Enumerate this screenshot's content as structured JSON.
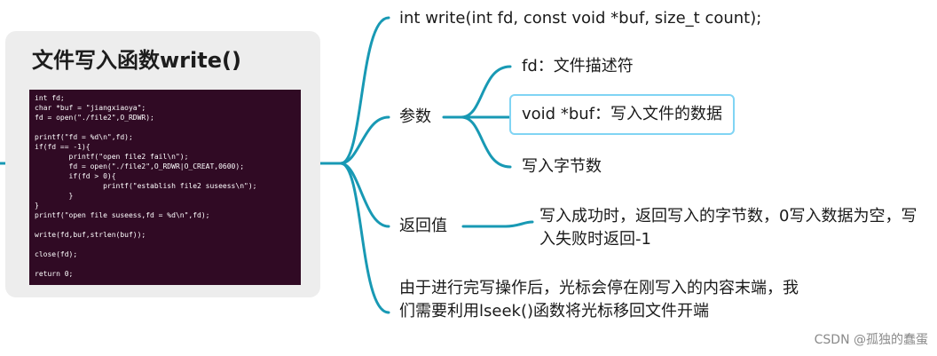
{
  "root": {
    "title": "文件写入函数write()",
    "code_lines": [
      "int fd;",
      "char *buf = \"jiangxiaoya\";",
      "fd = open(\"./file2\",O_RDWR);",
      "",
      "printf(\"fd = %d\\n\",fd);",
      "if(fd == -1){",
      "        printf(\"open file2 fail\\n\");",
      "        fd = open(\"./file2\",O_RDWR|O_CREAT,0600);",
      "        if(fd > 0){",
      "                printf(\"establish file2 suseess\\n\");",
      "        }",
      "}",
      "printf(\"open file suseess,fd = %d\\n\",fd);",
      "",
      "write(fd,buf,strlen(buf));",
      "",
      "close(fd);",
      "",
      "return 0;"
    ]
  },
  "branches": {
    "signature": "int write(int fd, const void *buf, size_t count);",
    "params": {
      "label": "参数",
      "children": [
        "fd：文件描述符",
        "void *buf：写入文件的数据",
        "写入字节数"
      ]
    },
    "return_value": {
      "label": "返回值",
      "child": "写入成功时，返回写入的字节数，0写入数据为空，写入失败时返回-1"
    },
    "note": "由于进行完写操作后，光标会停在刚写入的内容末端，我们需要利用lseek()函数将光标移回文件开端"
  },
  "watermark": "CSDN @孤独的蠢蛋",
  "colors": {
    "connector": "#1899b4",
    "card_bg": "#ededed",
    "code_bg": "#300a24",
    "selected_border": "#80d4f4"
  }
}
